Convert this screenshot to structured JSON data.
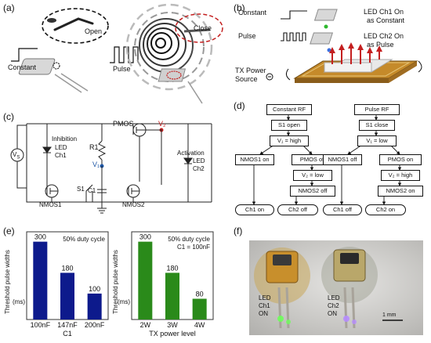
{
  "panel_labels": {
    "a": "(a)",
    "b": "(b)",
    "c": "(c)",
    "d": "(d)",
    "e": "(e)",
    "f": "(f)"
  },
  "panel_a": {
    "open": "Open",
    "close": "Close",
    "constant": "Constant",
    "pulse": "Pulse"
  },
  "panel_b": {
    "constant": "Constant",
    "pulse": "Pulse",
    "led1_line1": "LED Ch1 On",
    "led1_line2": "as Constant",
    "led2_line1": "LED Ch2 On",
    "led2_line2": "as Pulse",
    "tx_line1": "TX Power",
    "tx_line2": "Source"
  },
  "panel_c": {
    "pmos": "PMOS",
    "v2": "V₂",
    "r1": "R1",
    "v1": "V₁",
    "vs": "V",
    "vs_sub": "S",
    "inhibition": "Inhibition",
    "led": "LED",
    "ch1": "Ch1",
    "activation": "Activation",
    "led2": "LED",
    "ch2": "Ch2",
    "nmos1": "NMOS1",
    "nmos2": "NMOS2",
    "s1": "S1",
    "c1": "C1"
  },
  "panel_d": {
    "left": [
      "Constant RF",
      "S1 open",
      "V₁ = high",
      "NMOS1 on",
      "PMOS off",
      "V₂ = low",
      "NMOS2 off",
      "Ch1 on",
      "Ch2 off"
    ],
    "right": [
      "Pulse RF",
      "S1 close",
      "V₁ = low",
      "NMOS1 off",
      "PMOS on",
      "V₂ = high",
      "NMOS2 on",
      "Ch1 off",
      "Ch2 on"
    ]
  },
  "panel_f": {
    "led1": [
      "LED",
      "Ch1",
      "ON"
    ],
    "led2": [
      "LED",
      "Ch2",
      "ON"
    ],
    "scale": "1 mm"
  },
  "colors": {
    "bar_c1": "#0d1a8c",
    "bar_tx": "#2a8a1a",
    "red": "#c41f1f",
    "blue": "#1d56a6"
  },
  "chart_data": [
    {
      "type": "bar",
      "title": "50% duty cycle",
      "ylabel": "Threshold pulse widths (ms)",
      "xlabel": "C1",
      "categories": [
        "100nF",
        "147nF",
        "200nF"
      ],
      "values": [
        300,
        180,
        100
      ],
      "ylim": [
        0,
        320
      ]
    },
    {
      "type": "bar",
      "title": "50% duty cycle",
      "subtitle": "C1 = 100nF",
      "ylabel": "Threshold pulse widths (ms)",
      "xlabel": "TX power level",
      "categories": [
        "2W",
        "3W",
        "4W"
      ],
      "values": [
        300,
        180,
        80
      ],
      "ylim": [
        0,
        320
      ]
    }
  ]
}
